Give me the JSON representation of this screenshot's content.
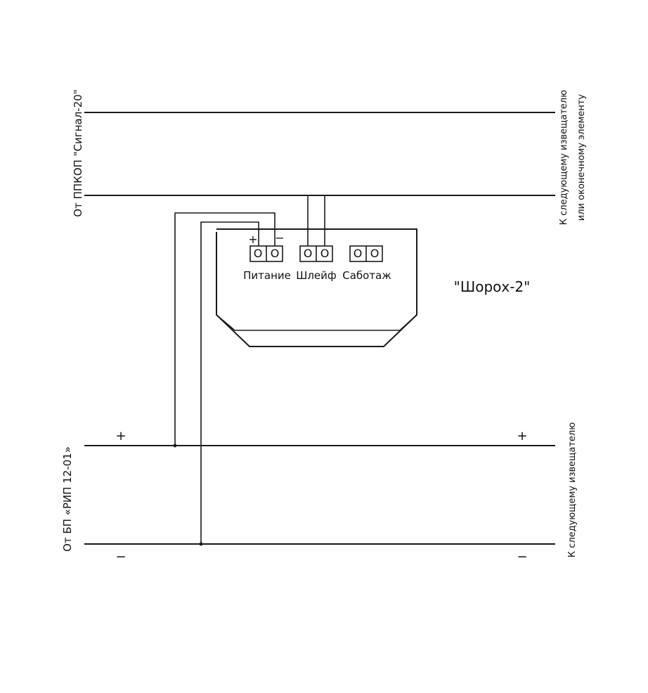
{
  "labels": {
    "from_panel": "От ППКОП \"Сигнал-20\"",
    "to_next_detector_top_line1": "К следующему извещателю",
    "to_next_detector_top_line2": "или оконечному элементу",
    "from_psu": "От БП «РИП 12-01»",
    "to_next_detector_bottom": "К следующему извещателю",
    "device_name": "\"Шорох-2\""
  },
  "terminals": {
    "power": "Питание",
    "loop": "Шлейф",
    "tamper": "Саботаж",
    "plus_mark": "+",
    "minus_mark": "−"
  },
  "polarity": {
    "plus_left": "+",
    "plus_right": "+",
    "minus_left": "−",
    "minus_right": "−"
  },
  "terminal_glyph": "O"
}
